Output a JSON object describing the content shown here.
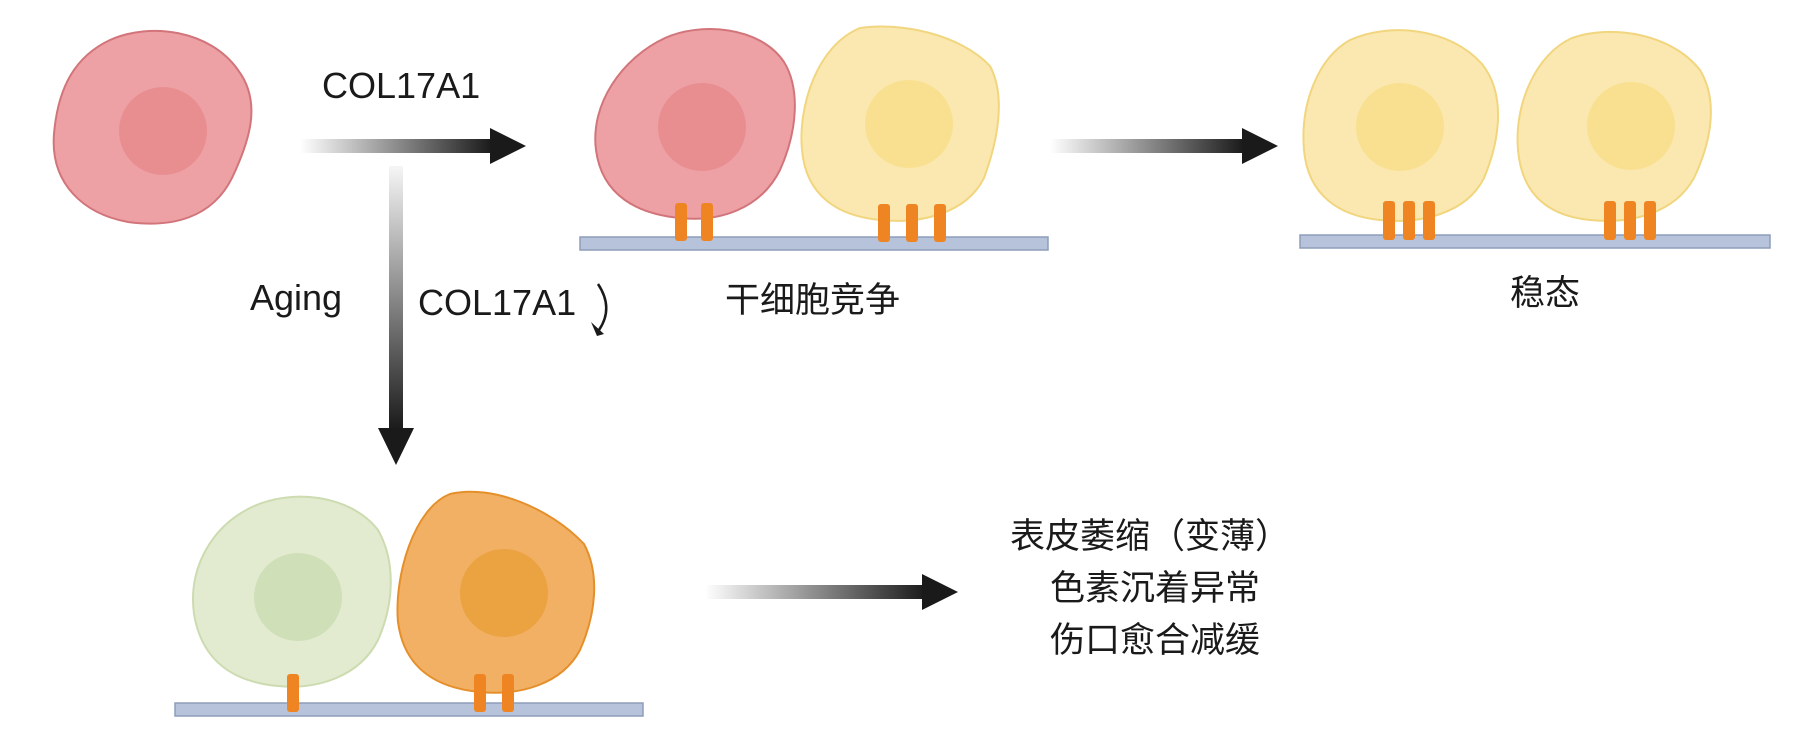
{
  "labels": {
    "col17a1_top": "COL17A1",
    "aging": "Aging",
    "col17a1_down": "COL17A1",
    "competition": "干细胞竞争",
    "homeostasis": "稳态",
    "outcomes": [
      "表皮萎缩（变薄）",
      "色素沉着异常",
      "伤口愈合减缓"
    ]
  },
  "colors": {
    "cell_red": "#eda1a4",
    "cell_red_nucleus": "#e88e91",
    "cell_yellow": "#fbe8b0",
    "cell_yellow_nucleus": "#f9e091",
    "cell_green": "#e2ebcf",
    "cell_green_nucleus": "#cfdfb8",
    "cell_orange": "#f2b064",
    "cell_orange_nucleus": "#eba240",
    "anchor_orange": "#ee8522",
    "membrane": "#b6c3db",
    "arrow": "#1a1a1a"
  }
}
